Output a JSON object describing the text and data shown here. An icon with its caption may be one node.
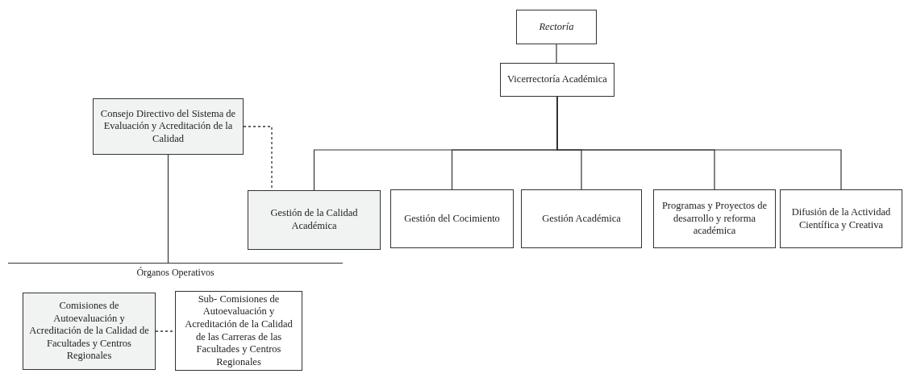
{
  "diagram": {
    "nodes": [
      {
        "text": [
          "Rectoría"
        ]
      },
      {
        "text": [
          "Vicerrectoría Académica"
        ]
      },
      {
        "text": [
          "Consejo Directivo del Sistema de Evaluación y Acreditación de la Calidad"
        ]
      },
      {
        "text": [
          "Gestión de la Calidad Académica"
        ]
      },
      {
        "text": [
          "Gestión del Cocimiento"
        ]
      },
      {
        "text": [
          "Gestión Académica"
        ]
      },
      {
        "text": [
          "Programas y Proyectos de desarrollo y reforma académica"
        ]
      },
      {
        "text": [
          "Difusión de la Actividad Científica y Creativa"
        ]
      },
      {
        "text": [
          "Órganos Operativos"
        ]
      },
      {
        "text": [
          "Comisiones de Autoevaluación y Acreditación de la Calidad de Facultades y Centros Regionales"
        ]
      },
      {
        "text": [
          "Sub- Comisiones de Autoevaluación y Acreditación de la Calidad de las Carreras de las Facultades y Centros Regionales"
        ]
      }
    ],
    "edges": [
      {
        "from": 0,
        "to": 1,
        "arrow": "none"
      },
      {
        "from": 1,
        "to": 3,
        "arrow": "none"
      },
      {
        "from": 1,
        "to": 4,
        "arrow": "none"
      },
      {
        "from": 1,
        "to": 5,
        "arrow": "none"
      },
      {
        "from": 1,
        "to": 6,
        "arrow": "none"
      },
      {
        "from": 1,
        "to": 7,
        "arrow": "none"
      },
      {
        "from": 2,
        "to": 3,
        "arrow": "none",
        "style": "dashed"
      },
      {
        "from": 2,
        "to": 8,
        "arrow": "none"
      },
      {
        "from": 9,
        "to": 10,
        "arrow": "none",
        "style": "dashed"
      }
    ]
  }
}
